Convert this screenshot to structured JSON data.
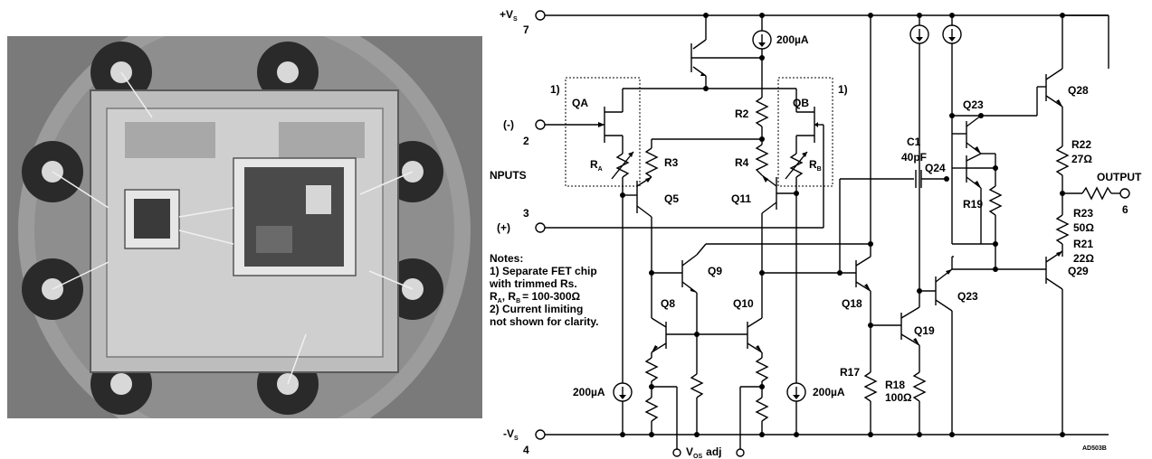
{
  "photo": {
    "description_icon": "die-photo"
  },
  "pins": {
    "vs_pos": "+V",
    "vs_pos_sub": "S",
    "vs_pos_num": "7",
    "in_neg": "(-)",
    "in_neg_num": "2",
    "inputs": "NPUTS",
    "in_pos": "(+)",
    "in_pos_num": "3",
    "vs_neg": "-V",
    "vs_neg_sub": "S",
    "vs_neg_num": "4",
    "output": "OUTPUT",
    "output_num": "6",
    "vos": "V",
    "vos_sub": "OS",
    "vos_adj": "adj"
  },
  "components": {
    "cs_top": "200µA",
    "cs_left": "200µA",
    "cs_right": "200µA",
    "qa": "QA",
    "qb": "QB",
    "note_mark": "1)",
    "ra": "R",
    "ra_sub": "A",
    "rb": "R",
    "rb_sub": "B",
    "r2": "R2",
    "r3": "R3",
    "r4": "R4",
    "q5": "Q5",
    "q8": "Q8",
    "q9": "Q9",
    "q10": "Q10",
    "q11": "Q11",
    "c1": "C1",
    "c1_val": "40pF",
    "q18": "Q18",
    "q19": "Q19",
    "r17": "R17",
    "r18": "R18",
    "r18_val": "100Ω",
    "q23a": "Q23",
    "q24": "Q24",
    "r19": "R19",
    "q23b": "Q23",
    "q28": "Q28",
    "q29": "Q29",
    "r22": "R22",
    "r22_val": "27Ω",
    "r23": "R23",
    "r23_val": "50Ω",
    "r21": "R21",
    "r21_val": "22Ω",
    "code": "AD503B"
  },
  "notes": {
    "title": "Notes:",
    "line1": "1) Separate FET chip",
    "line2": "with trimmed Rs.",
    "line3_a": "R",
    "line3_a_sub": "A",
    "line3_b": ", R",
    "line3_b_sub": "B",
    "line3_c": "= 100-300Ω",
    "line4": "2) Current limiting",
    "line5": "not shown for clarity."
  }
}
